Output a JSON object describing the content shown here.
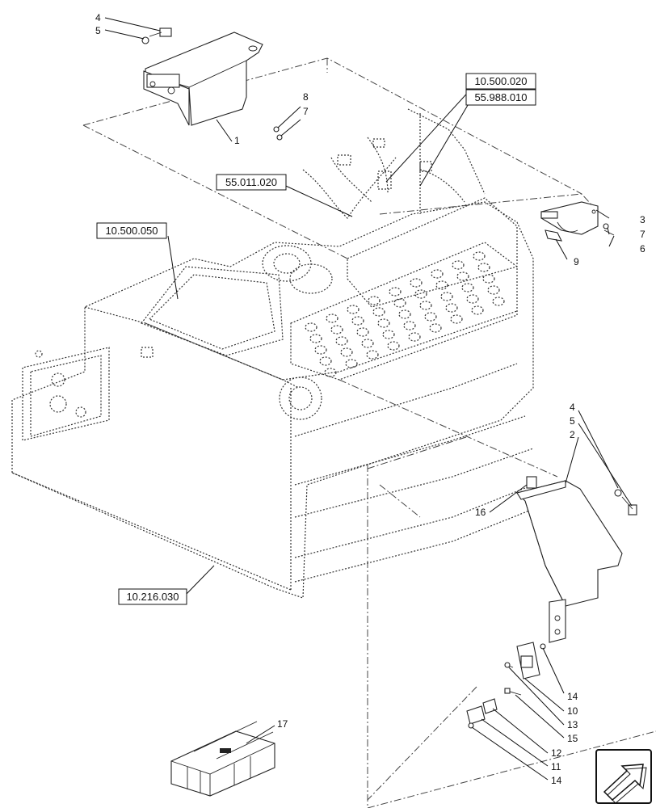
{
  "callouts": {
    "c1": "1",
    "c2": "2",
    "c3": "3",
    "c4a": "4",
    "c4b": "4",
    "c5a": "5",
    "c5b": "5",
    "c6": "6",
    "c7a": "7",
    "c7b": "7",
    "c8": "8",
    "c9": "9",
    "c10": "10",
    "c11": "11",
    "c12": "12",
    "c13": "13",
    "c14a": "14",
    "c14b": "14",
    "c15": "15",
    "c16": "16",
    "c17": "17"
  },
  "references": {
    "r1": "10.500.020",
    "r2": "55.988.010",
    "r3": "55.011.020",
    "r4": "10.500.050",
    "r5": "10.216.030"
  },
  "nav": {
    "icon": "next-page-arrow-icon"
  }
}
